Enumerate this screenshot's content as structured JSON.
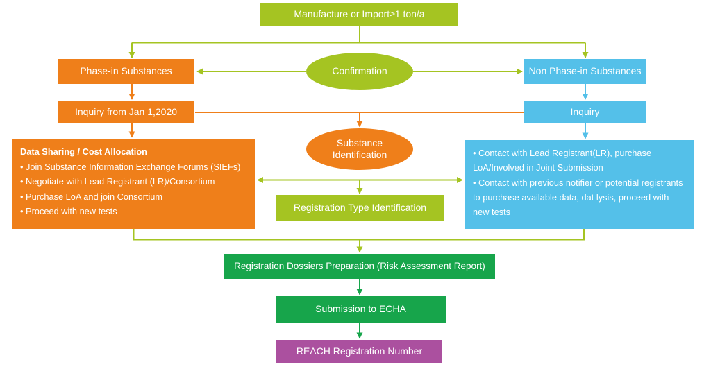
{
  "colors": {
    "lime": "#a5c422",
    "orange": "#ef7f1a",
    "blue": "#54c0e9",
    "green": "#17a54b",
    "purple": "#ab509f"
  },
  "nodes": {
    "manufacture": {
      "label": "Manufacture or Import≥1 ton/a"
    },
    "phase_in": {
      "label": "Phase-in Substances"
    },
    "confirmation": {
      "label": "Confirmation"
    },
    "non_phase_in": {
      "label": "Non Phase-in Substances"
    },
    "inquiry_jan": {
      "label": "Inquiry from Jan 1,2020"
    },
    "inquiry": {
      "label": "Inquiry"
    },
    "substance_id": {
      "label": "Substance Identification"
    },
    "data_sharing": {
      "title": "Data Sharing / Cost Allocation",
      "bullets": [
        "• Join Substance Information Exchange Forums (SIEFs)",
        "• Negotiate with Lead Registrant (LR)/Consortium",
        "• Purchase LoA and join Consortium",
        "• Proceed with new tests"
      ]
    },
    "reg_type": {
      "label": "Registration Type Identification"
    },
    "contact_lr": {
      "bullets": [
        "• Contact with Lead Registrant(LR), purchase LoA/Involved in Joint Submission",
        "• Contact with previous notifier or potential registrants to purchase available data, dat lysis, proceed with new tests"
      ]
    },
    "dossiers": {
      "label": "Registration Dossiers Preparation (Risk Assessment Report)"
    },
    "submission": {
      "label": "Submission to ECHA"
    },
    "reach_number": {
      "label": "REACH Registration Number"
    }
  }
}
